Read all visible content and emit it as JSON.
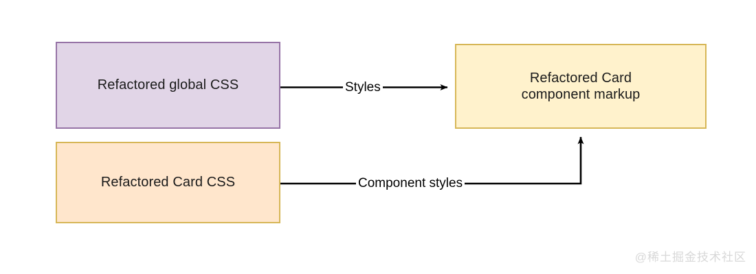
{
  "diagram": {
    "type": "flowchart",
    "background_color": "#ffffff",
    "nodes": [
      {
        "id": "global-css",
        "label": "Refactored global CSS",
        "fill_color": "#e1d5e7",
        "border_color": "#9673a6"
      },
      {
        "id": "card-css",
        "label": "Refactored Card CSS",
        "fill_color": "#ffe6cc",
        "border_color": "#d6b656"
      },
      {
        "id": "card-markup",
        "label": "Refactored Card\ncomponent markup",
        "fill_color": "#fff2cc",
        "border_color": "#d6b656"
      }
    ],
    "edges": [
      {
        "id": "styles",
        "label": "Styles",
        "from": "global-css",
        "to": "card-markup",
        "color": "#000000",
        "arrowhead": "filled-triangle"
      },
      {
        "id": "component-styles",
        "label": "Component styles",
        "from": "card-css",
        "to": "card-markup",
        "color": "#000000",
        "arrowhead": "filled-triangle"
      }
    ]
  },
  "watermark": {
    "text": "@稀土掘金技术社区",
    "color": "#d8d8d8"
  }
}
